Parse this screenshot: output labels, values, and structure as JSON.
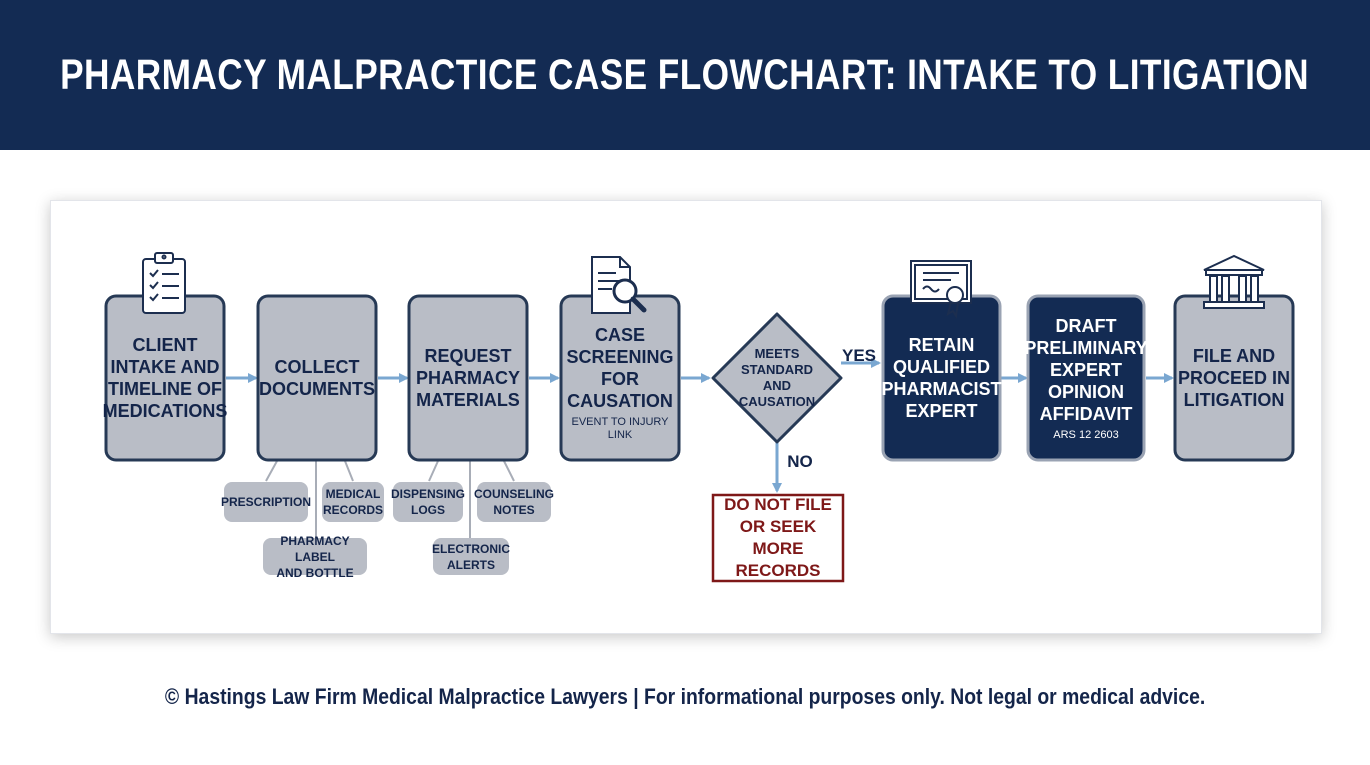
{
  "title": "PHARMACY MALPRACTICE CASE FLOWCHART: INTAKE TO LITIGATION",
  "colors": {
    "header_bg": "#132b53",
    "box_gray": "#b9bdc6",
    "box_border": "#263955",
    "box_navy": "#132b53",
    "arrow": "#7aa7d1",
    "reject_red": "#7e1818"
  },
  "steps": [
    {
      "id": "intake",
      "label": "CLIENT\nINTAKE AND\nTIMELINE OF\nMEDICATIONS",
      "icon": "clipboard-checklist-icon"
    },
    {
      "id": "collect",
      "label": "COLLECT\nDOCUMENTS"
    },
    {
      "id": "request",
      "label": "REQUEST\nPHARMACY\nMATERIALS"
    },
    {
      "id": "screening",
      "label": "CASE\nSCREENING\nFOR\nCAUSATION",
      "sublabel": "EVENT TO INJURY LINK",
      "icon": "document-magnifier-icon"
    },
    {
      "id": "retain",
      "label": "RETAIN\nQUALIFIED\nPHARMACIST\nEXPERT",
      "icon": "certificate-icon"
    },
    {
      "id": "draft",
      "label": "DRAFT\nPRELIMINARY\nEXPERT\nOPINION\nAFFIDAVIT",
      "sublabel": "ARS 12 2603"
    },
    {
      "id": "file",
      "label": "FILE AND\nPROCEED IN\nLITIGATION",
      "icon": "courthouse-icon"
    }
  ],
  "decision": {
    "label": "MEETS\nSTANDARD\nAND\nCAUSATION",
    "yes_label": "YES",
    "no_label": "NO"
  },
  "reject": {
    "label": "DO NOT FILE\nOR SEEK MORE\nRECORDS"
  },
  "documents": [
    {
      "label": "PRESCRIPTION"
    },
    {
      "label": "MEDICAL\nRECORDS"
    },
    {
      "label": "PHARMACY LABEL\nAND BOTTLE"
    }
  ],
  "pharmacy_materials": [
    {
      "label": "DISPENSING\nLOGS"
    },
    {
      "label": "COUNSELING\nNOTES"
    },
    {
      "label": "ELECTRONIC\nALERTS"
    }
  ],
  "footer": "© Hastings Law Firm Medical Malpractice Lawyers | For informational purposes only. Not legal or medical advice."
}
